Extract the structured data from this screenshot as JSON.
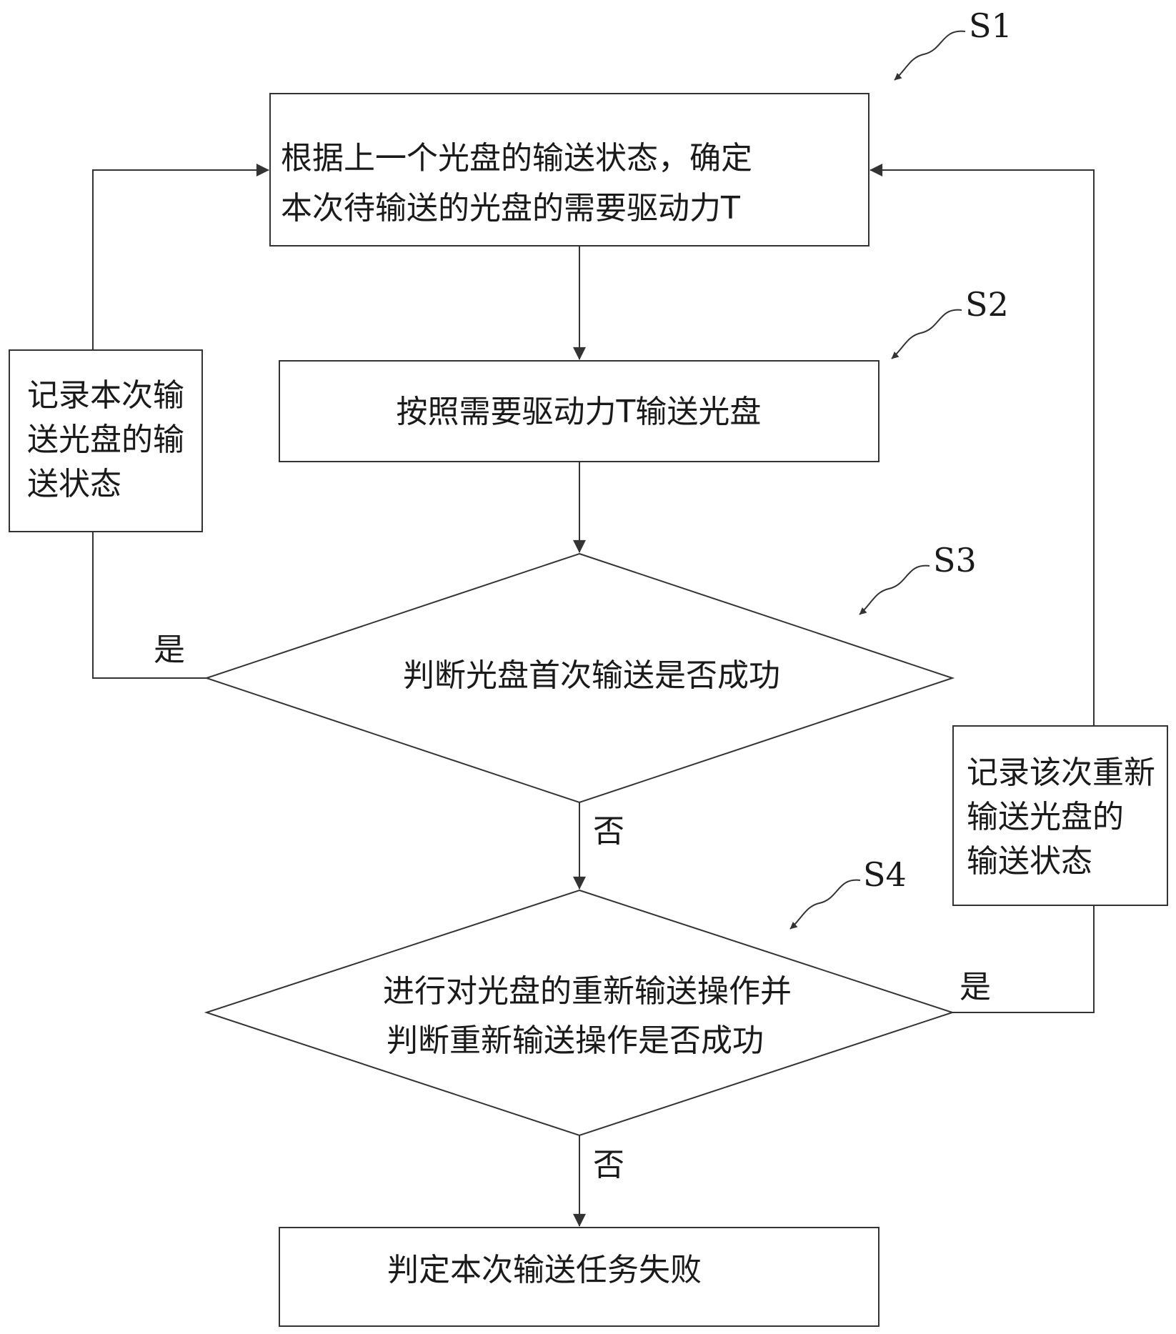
{
  "steps": {
    "s1": {
      "label": "S1",
      "lines": [
        "根据上一个光盘的输送状态，确定",
        "本次待输送的光盘的需要驱动力T"
      ]
    },
    "s2": {
      "label": "S2",
      "lines": [
        "按照需要驱动力T输送光盘"
      ]
    },
    "s3": {
      "label": "S3",
      "lines": [
        "判断光盘首次输送是否成功"
      ]
    },
    "s4": {
      "label": "S4",
      "lines": [
        "进行对光盘的重新输送操作并",
        "判断重新输送操作是否成功"
      ]
    },
    "fail": {
      "lines": [
        "判定本次输送任务失败"
      ]
    }
  },
  "side_boxes": {
    "left": {
      "lines": [
        "记录本次输",
        "送光盘的输",
        "送状态"
      ]
    },
    "right": {
      "lines": [
        "记录该次重新",
        "输送光盘的",
        "输送状态"
      ]
    }
  },
  "branch_labels": {
    "s3_yes": "是",
    "s3_no": "否",
    "s4_yes": "是",
    "s4_no": "否"
  }
}
